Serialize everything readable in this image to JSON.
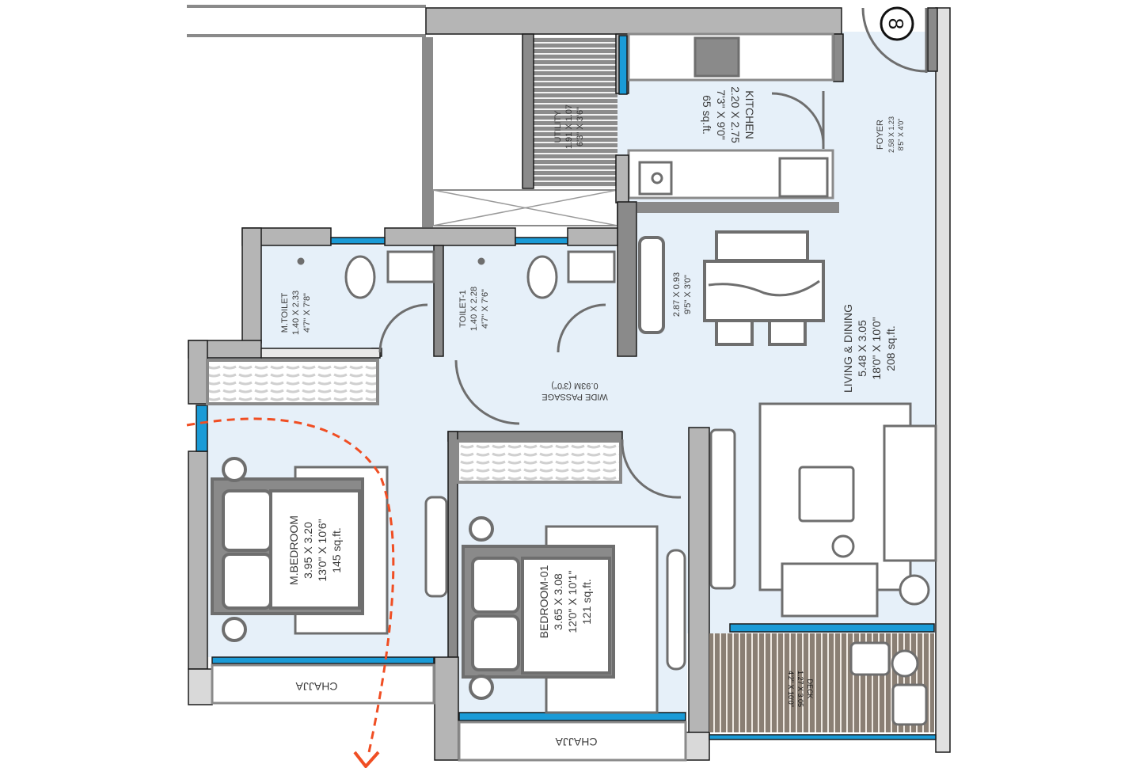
{
  "plan": {
    "title": "2 BHK Floor Plan",
    "colors": {
      "floor": "#e6f0f9",
      "wall": "#8a8a8a",
      "wall_light": "#b5b5b5",
      "wall_outline": "#1a1a1a",
      "window": "#1a9bd7",
      "furniture": "#6e6e6e",
      "deck_wood": "#8a7f74",
      "arrow": "#f04e23",
      "white": "#ffffff"
    },
    "compass": {
      "symbol": "8",
      "label": "north-indicator"
    },
    "rooms": {
      "kitchen": {
        "name": "KITCHEN",
        "dim_m": "2.20 X 2.75",
        "dim_ft": "7'3\" X 9'0\"",
        "area": "65 sq.ft."
      },
      "utility": {
        "name": "UTILITY",
        "dim_m": "1.91 X 1.07",
        "dim_ft": "6'3\" X 3'6\""
      },
      "foyer": {
        "name": "FOYER",
        "dim_m": "2.58 X 1.23",
        "dim_ft": "8'5\" X 4'0\""
      },
      "m_toilet": {
        "name": "M.TOILET",
        "dim_m": "1.40 X 2.33",
        "dim_ft": "4'7\" X 7'8\""
      },
      "toilet_1": {
        "name": "TOILET-1",
        "dim_m": "1.40 X 2.28",
        "dim_ft": "4'7\" X 7'6\""
      },
      "dining": {
        "dim_m": "2.87 X 0.93",
        "dim_ft": "9'5\" X 3'0\""
      },
      "living": {
        "name": "LIVING & DINING",
        "dim_m": "5.48 X 3.05",
        "dim_ft": "18'0\" X 10'0\"",
        "area": "208 sq.ft."
      },
      "passage": {
        "name": "WIDE PASSAGE",
        "dim": "0.93M (3'0\")"
      },
      "m_bedroom": {
        "name": "M.BEDROOM",
        "dim_m": "3.95 X 3.20",
        "dim_ft": "13'0\" X 10'6\"",
        "area": "145 sq.ft."
      },
      "bedroom_01": {
        "name": "BEDROOM-01",
        "dim_m": "3.65 X 3.08",
        "dim_ft": "12'0\" X 10'1\"",
        "area": "121 sq.ft."
      },
      "deck": {
        "name": "DECK",
        "dim_m": "1.27 X 3.05",
        "dim_ft": "4'2\" X 10'0\""
      },
      "chajja_1": {
        "name": "CHAJJA"
      },
      "chajja_2": {
        "name": "CHAJJA"
      }
    }
  }
}
